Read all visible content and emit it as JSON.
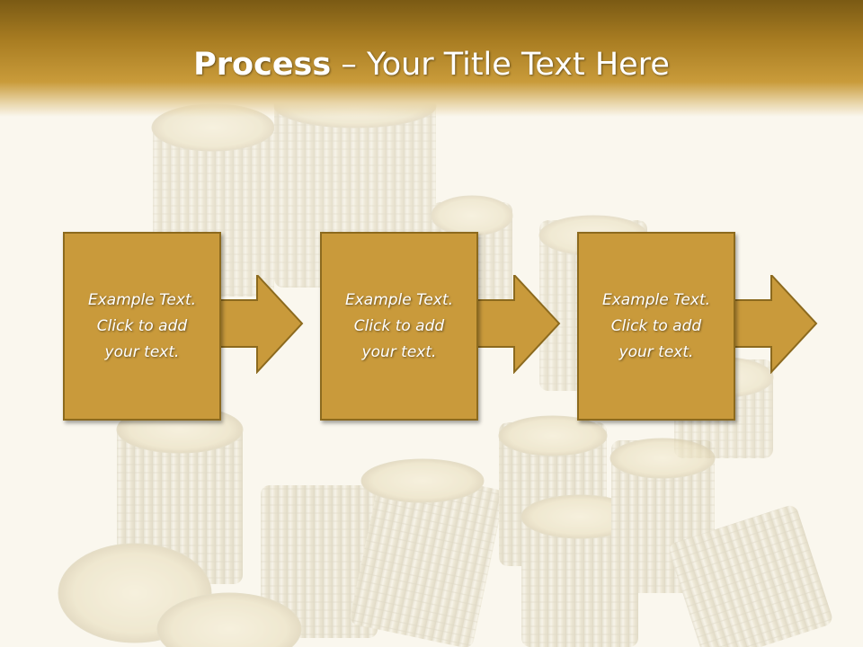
{
  "title": {
    "bold": "Process",
    "rest": " – Your Title Text Here"
  },
  "steps": [
    {
      "line1": "Example Text.",
      "line2": "Click  to add",
      "line3": "your text."
    },
    {
      "line1": "Example Text.",
      "line2": "Click  to add",
      "line3": "your text."
    },
    {
      "line1": "Example Text.",
      "line2": "Click  to add",
      "line3": "your text."
    }
  ],
  "colors": {
    "header": "#a97d22",
    "box_fill": "#c99a3b",
    "box_border": "#8c6a1e",
    "text": "#ffffff"
  }
}
